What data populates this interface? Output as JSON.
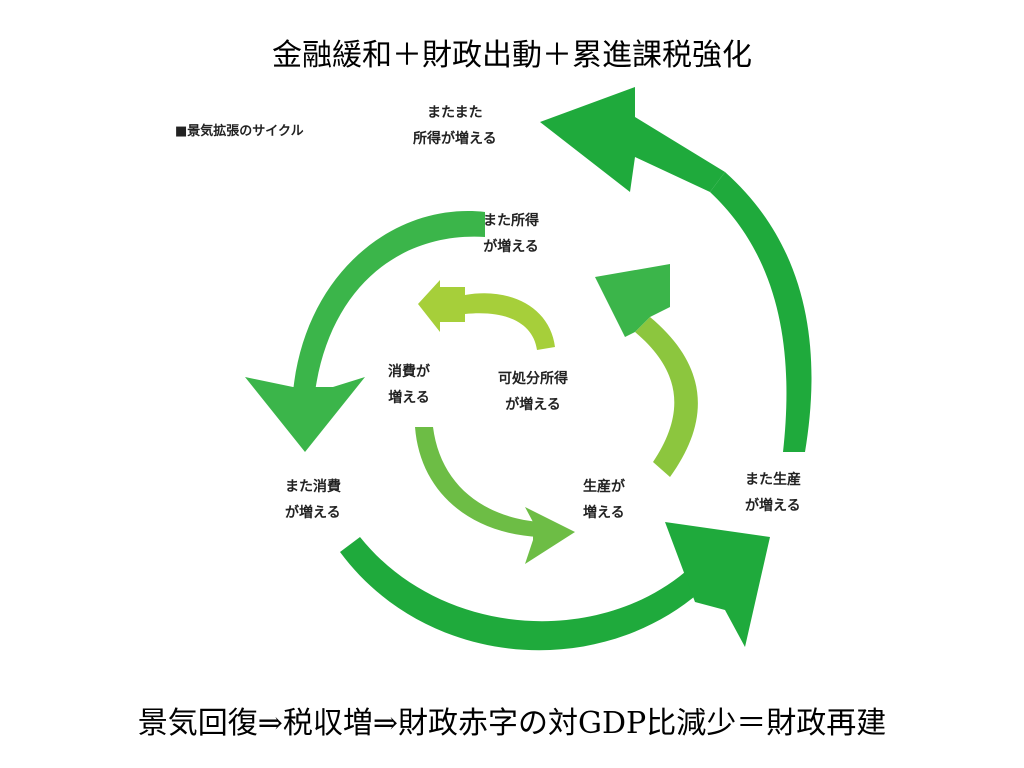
{
  "slide": {
    "title": "金融緩和＋財政出動＋累進課税強化",
    "footer": "景気回復⇒税収増⇒財政赤字の対GDP比減少＝財政再建"
  },
  "diagram": {
    "title": "■景気拡張のサイクル",
    "colors": {
      "outer": "#1faa3c",
      "middle": "#3bb54a",
      "inner_right": "#8cc63e",
      "inner_left": "#a6cf3a"
    },
    "labels": {
      "outer_top": [
        "またまた",
        "所得が増える"
      ],
      "middle_top": [
        "また所得",
        "が増える"
      ],
      "inner_consumption": [
        "消費が",
        "増える"
      ],
      "inner_income": [
        "可処分所得",
        "が増える"
      ],
      "inner_production": [
        "生産が",
        "増える"
      ],
      "middle_consumption": [
        "また消費",
        "が増える"
      ],
      "middle_production": [
        "また生産",
        "が増える"
      ]
    }
  }
}
